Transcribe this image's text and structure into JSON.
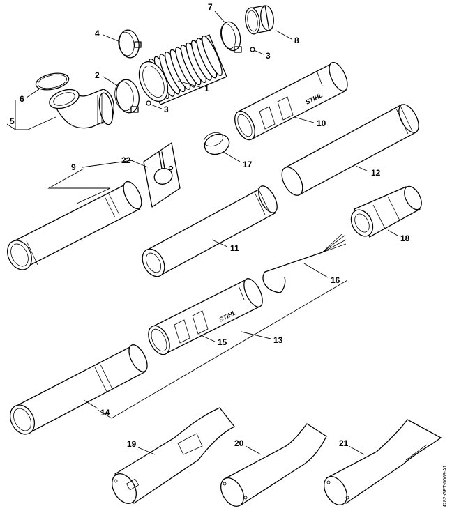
{
  "diagram": {
    "callouts": {
      "c1": "1",
      "c2": "2",
      "c3a": "3",
      "c3b": "3",
      "c4": "4",
      "c5": "5",
      "c6": "6",
      "c7": "7",
      "c8": "8",
      "c9": "9",
      "c10": "10",
      "c11": "11",
      "c12": "12",
      "c13": "13",
      "c14": "14",
      "c15": "15",
      "c16": "16",
      "c17": "17",
      "c18": "18",
      "c19": "19",
      "c20": "20",
      "c21": "21",
      "c22": "22"
    },
    "brand_marks": {
      "tube10": "STIHL",
      "tube15": "STIHL"
    },
    "document_id": "4282-GET-0063-A1"
  }
}
